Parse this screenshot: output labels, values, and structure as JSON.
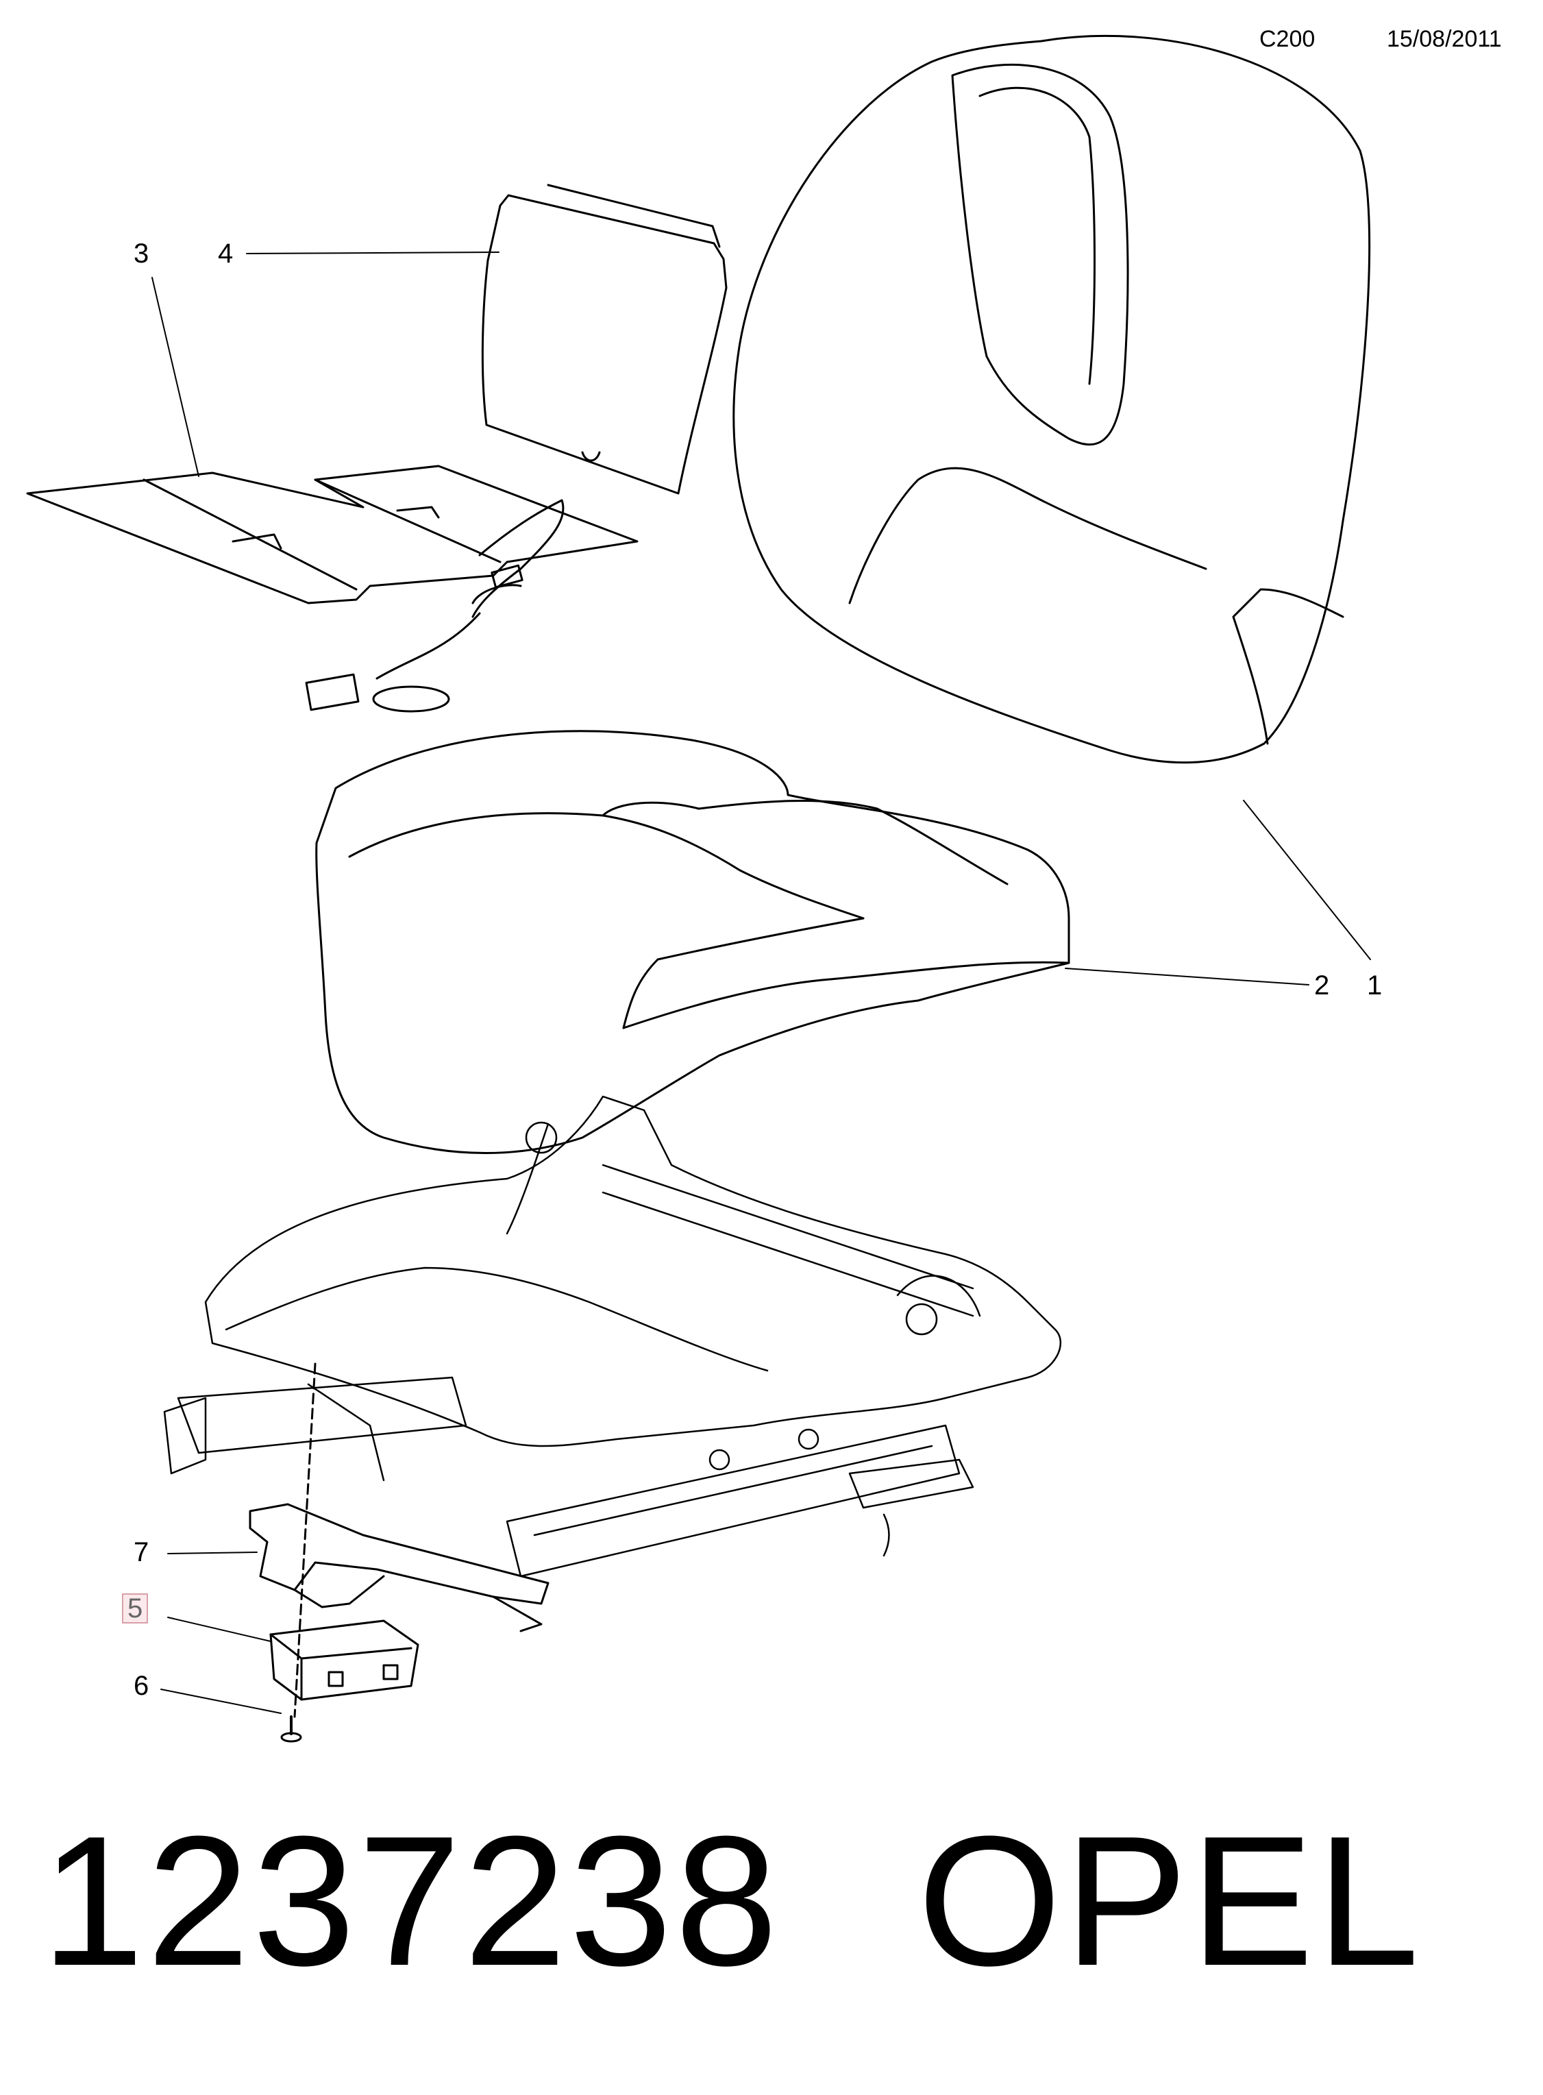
{
  "header": {
    "code": "C200",
    "date": "15/08/2011"
  },
  "callouts": [
    "1",
    "2",
    "3",
    "4",
    "5",
    "6",
    "7"
  ],
  "highlight_color": "#d9a0a8",
  "footer": {
    "part_number": "1237238",
    "brand": "OPEL"
  }
}
